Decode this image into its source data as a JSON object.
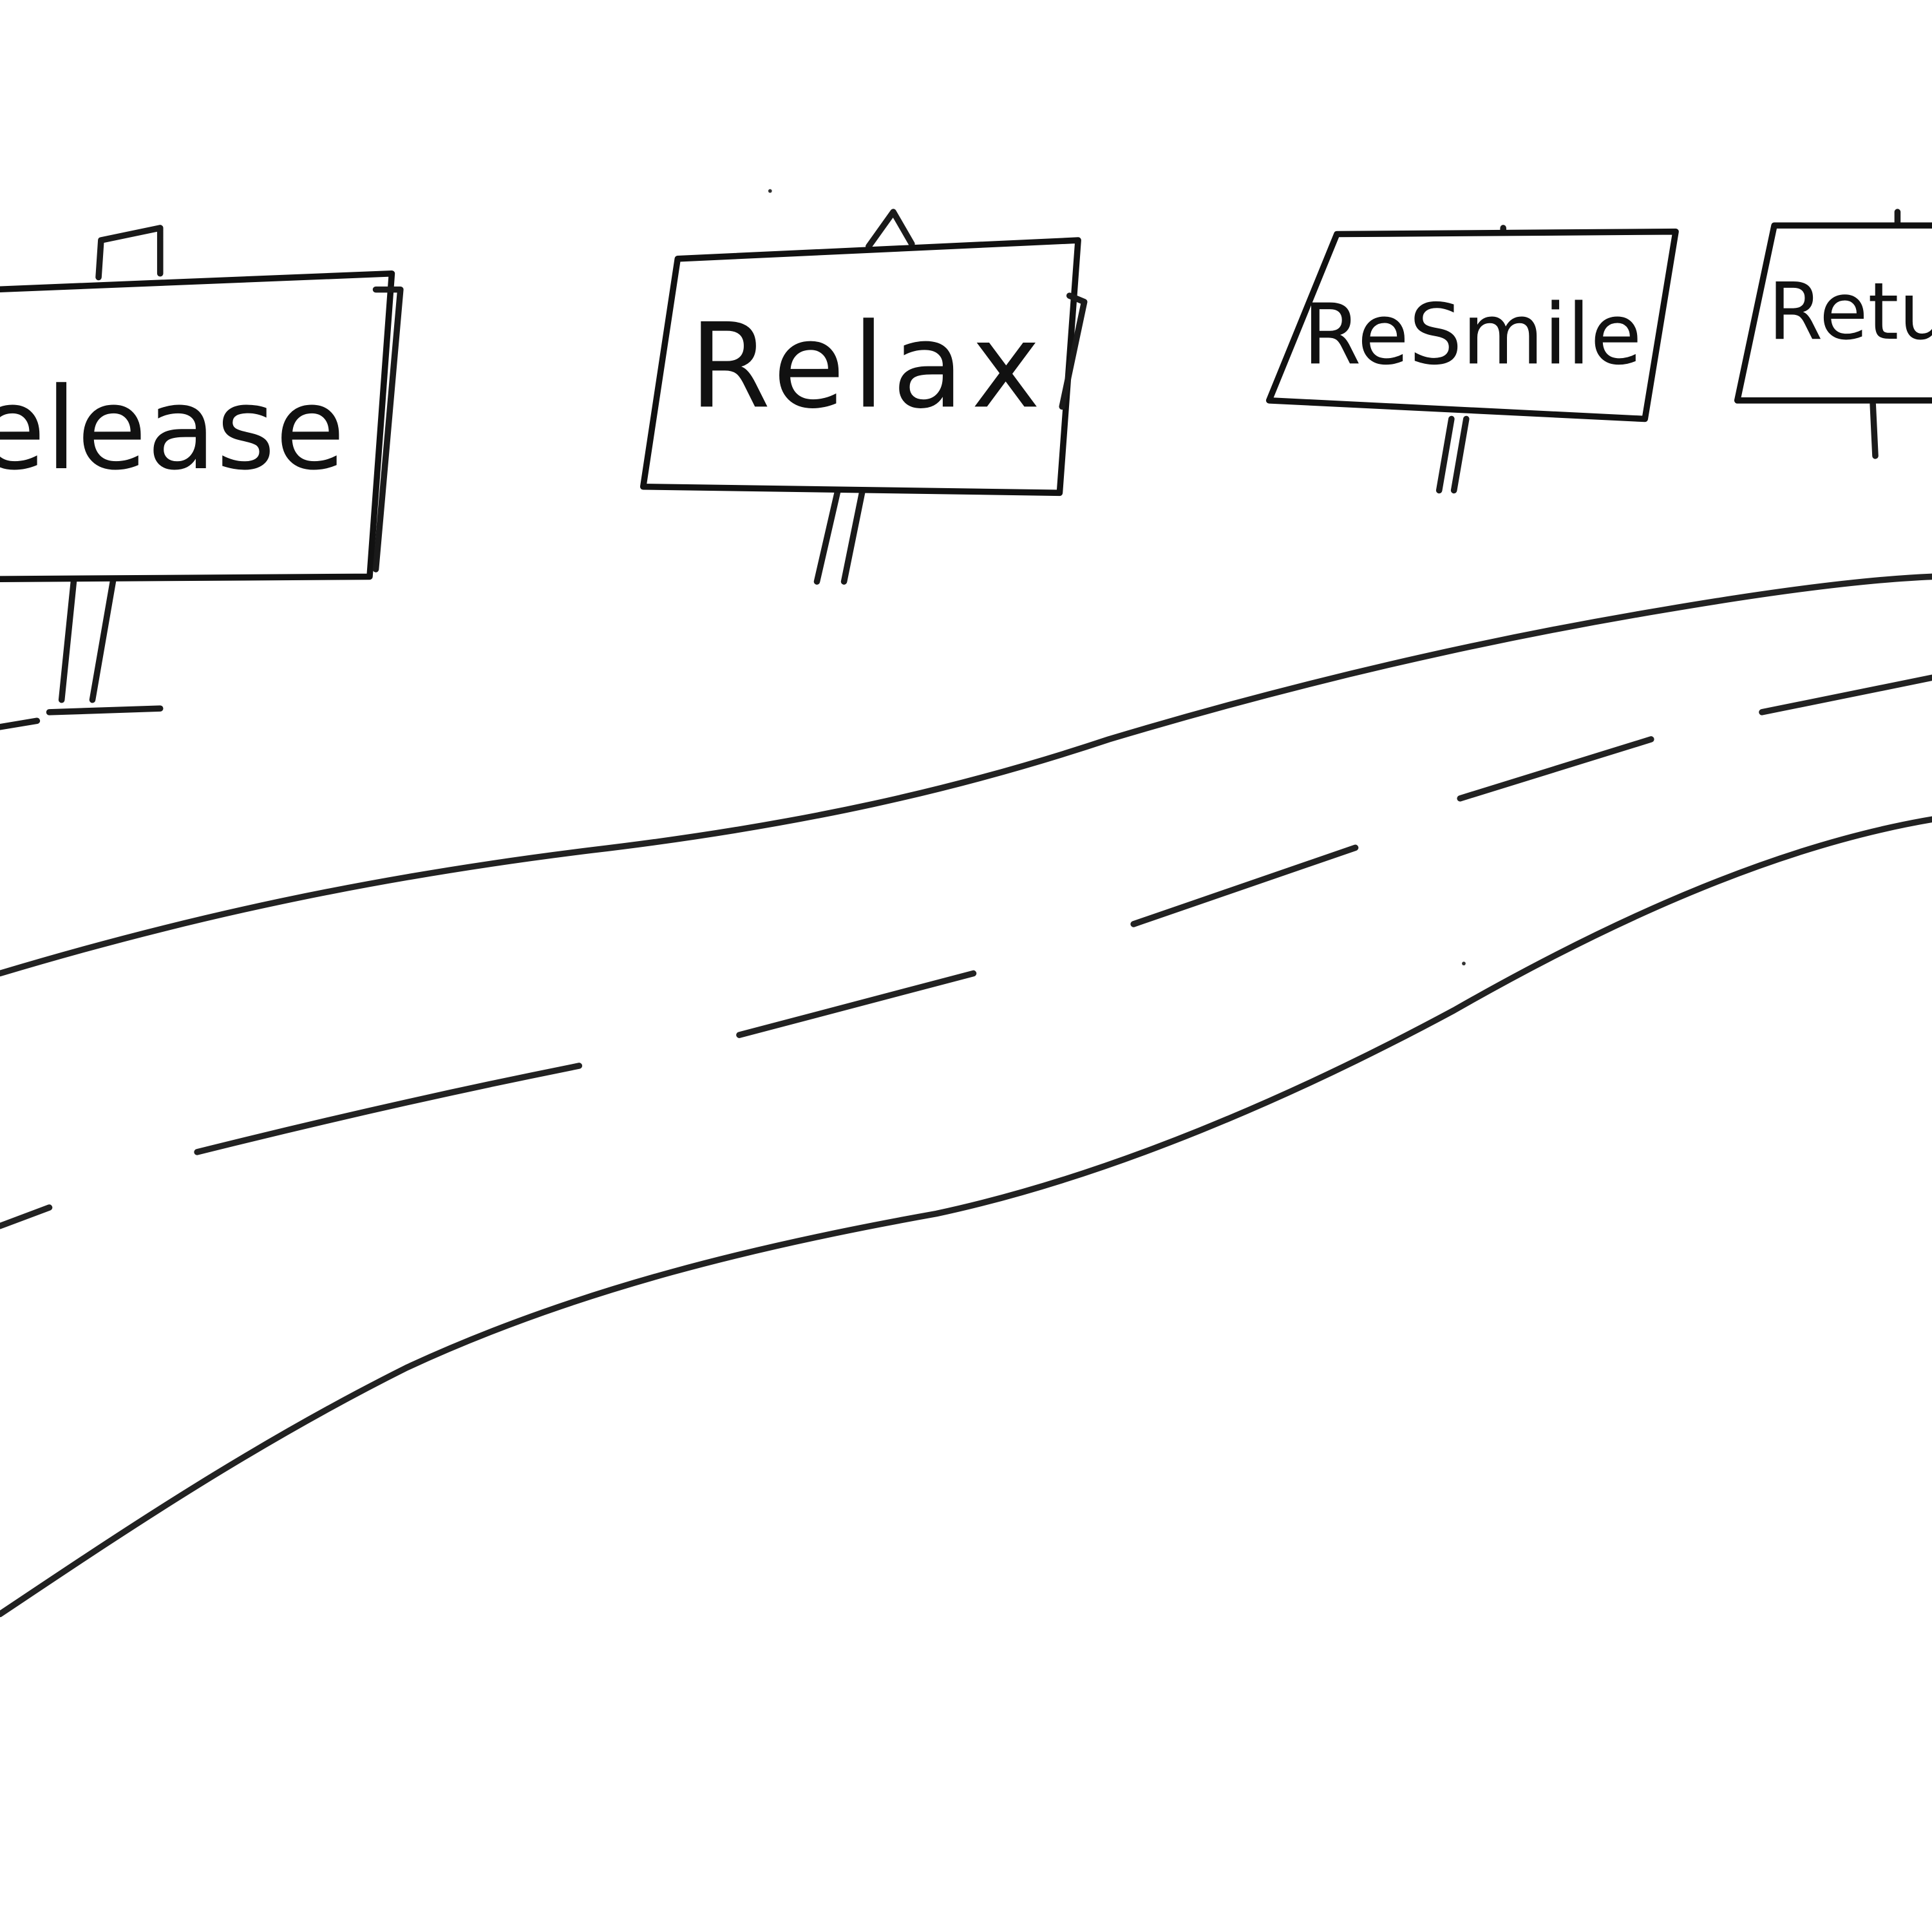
{
  "signs": [
    {
      "label": "elease"
    },
    {
      "label": "Relax"
    },
    {
      "label": "ReSmile"
    },
    {
      "label": "Retu"
    }
  ],
  "colors": {
    "ink": "#1a1a1a",
    "paper": "#ffffff"
  }
}
